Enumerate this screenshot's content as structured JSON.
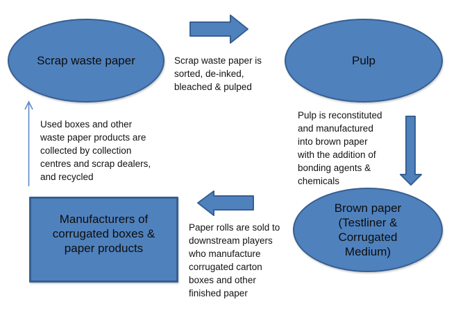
{
  "colors": {
    "background": "#ffffff",
    "shape_fill": "#4f81bd",
    "shape_border": "#365f91",
    "thin_arrow_stroke": "#5b8ac5",
    "text": "#000000"
  },
  "nodes": {
    "scrap": {
      "label": "Scrap waste paper",
      "shape": "ellipse"
    },
    "pulp": {
      "label": "Pulp",
      "shape": "ellipse"
    },
    "brown": {
      "label": "Brown paper\n(Testliner &\nCorrugated\nMedium)",
      "shape": "ellipse"
    },
    "manufacturers": {
      "label": "Manufacturers of\ncorrugated boxes &\npaper products",
      "shape": "rectangle"
    }
  },
  "annotations": {
    "sorting": "Scrap waste paper is\nsorted, de-inked,\nbleached & pulped",
    "reconstitution": "Pulp is reconstituted\nand manufactured\ninto brown paper\nwith the addition of\nbonding agents &\nchemicals",
    "selling": "Paper rolls are sold to\ndownstream players\nwho manufacture\ncorrugated carton\nboxes and other\nfinished paper",
    "recycling": "Used boxes and other\nwaste paper products are\ncollected by collection\ncentres and scrap dealers,\nand recycled"
  },
  "arrows": {
    "scrap_to_pulp": "right-block-arrow",
    "pulp_to_brown": "down-block-arrow",
    "brown_to_manufacturers": "left-block-arrow",
    "manufacturers_to_scrap": "up-thin-arrow"
  }
}
